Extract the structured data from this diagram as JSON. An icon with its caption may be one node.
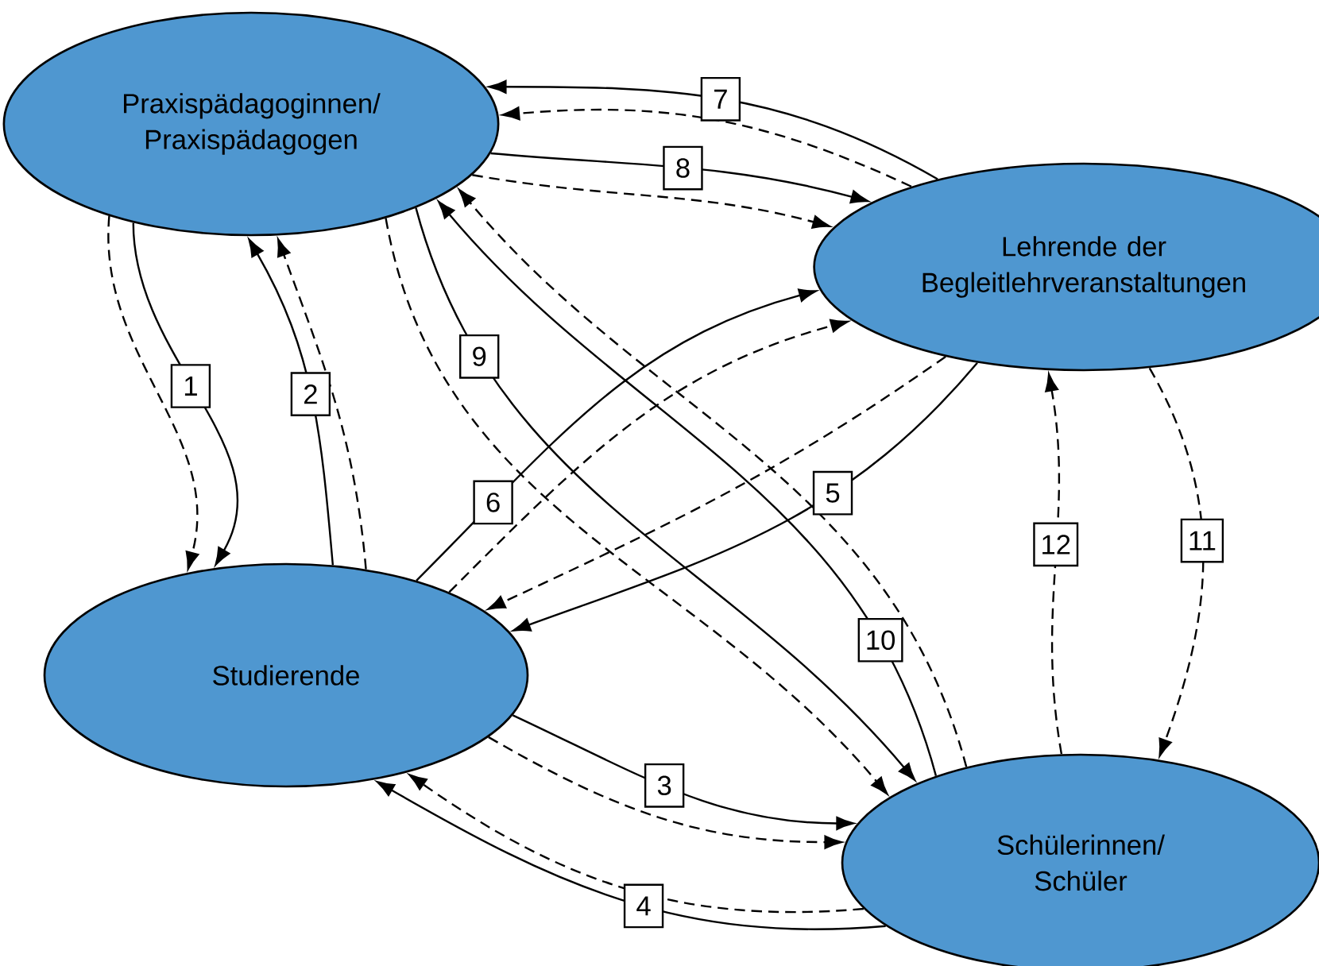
{
  "diagram": {
    "nodes": [
      {
        "text": [
          "Praxispädagoginnen/ Praxispädagogen"
        ]
      },
      {
        "text": [
          "Lehrende der Begleitlehrveranstaltungen"
        ]
      },
      {
        "text": [
          "Studierende"
        ]
      },
      {
        "text": [
          "Schülerinnen/ Schüler"
        ]
      }
    ],
    "edges": [
      {
        "from": 0,
        "to": 2,
        "arrow": "to",
        "label": "1"
      },
      {
        "from": 0,
        "to": 2,
        "arrow": "to",
        "style": "dashed"
      },
      {
        "from": 2,
        "to": 0,
        "arrow": "to",
        "label": "2"
      },
      {
        "from": 2,
        "to": 0,
        "arrow": "to",
        "style": "dashed"
      },
      {
        "from": 2,
        "to": 3,
        "arrow": "to",
        "label": "3"
      },
      {
        "from": 2,
        "to": 3,
        "arrow": "to",
        "style": "dashed"
      },
      {
        "from": 3,
        "to": 2,
        "arrow": "to",
        "label": "4"
      },
      {
        "from": 3,
        "to": 2,
        "arrow": "to",
        "style": "dashed"
      },
      {
        "from": 1,
        "to": 2,
        "arrow": "to",
        "label": "5"
      },
      {
        "from": 1,
        "to": 2,
        "arrow": "to",
        "style": "dashed"
      },
      {
        "from": 2,
        "to": 1,
        "arrow": "to",
        "label": "6"
      },
      {
        "from": 2,
        "to": 1,
        "arrow": "to",
        "style": "dashed"
      },
      {
        "from": 1,
        "to": 0,
        "arrow": "to",
        "label": "7"
      },
      {
        "from": 1,
        "to": 0,
        "arrow": "to",
        "style": "dashed"
      },
      {
        "from": 0,
        "to": 1,
        "arrow": "to",
        "label": "8"
      },
      {
        "from": 0,
        "to": 1,
        "arrow": "to",
        "style": "dashed"
      },
      {
        "from": 0,
        "to": 3,
        "arrow": "to",
        "label": "9"
      },
      {
        "from": 0,
        "to": 3,
        "arrow": "to",
        "style": "dashed"
      },
      {
        "from": 3,
        "to": 0,
        "arrow": "to",
        "label": "10"
      },
      {
        "from": 3,
        "to": 0,
        "arrow": "to",
        "style": "dashed"
      },
      {
        "from": 1,
        "to": 3,
        "arrow": "to",
        "label": "11",
        "style": "dashed"
      },
      {
        "from": 3,
        "to": 1,
        "arrow": "to",
        "label": "12",
        "style": "dashed"
      }
    ]
  }
}
